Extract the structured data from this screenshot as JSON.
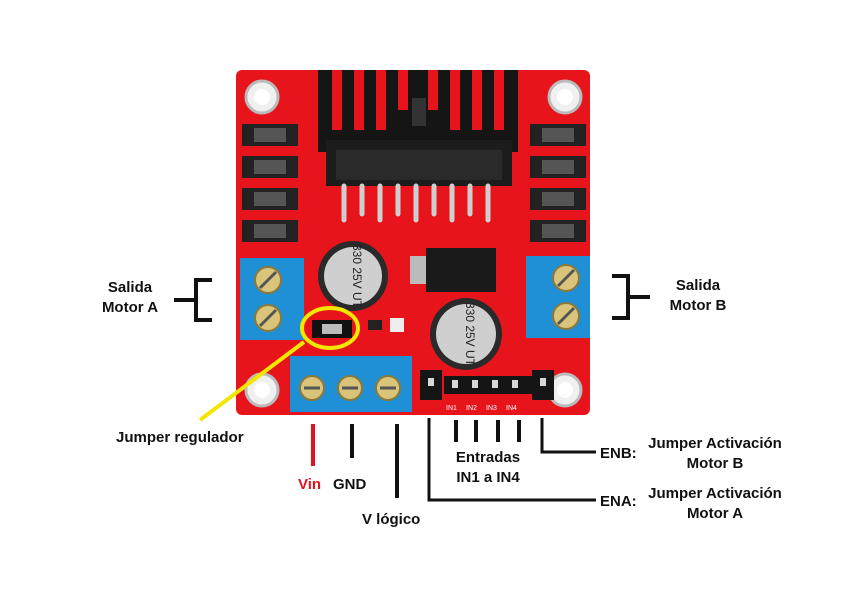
{
  "labels": {
    "salida_a_line1": "Salida",
    "salida_a_line2": "Motor A",
    "salida_b_line1": "Salida",
    "salida_b_line2": "Motor B",
    "jumper_regulador": "Jumper regulador",
    "vin": "Vin",
    "gnd": "GND",
    "v_logico": "V lógico",
    "entradas_line1": "Entradas",
    "entradas_line2": "IN1 a IN4",
    "enb_prefix": "ENB:",
    "enb_line1": "Jumper Activación",
    "enb_line2": "Motor B",
    "ena_prefix": "ENA:",
    "ena_line1": "Jumper Activación",
    "ena_line2": "Motor A"
  },
  "board_text": {
    "capacitor_label": "330 25V UT",
    "pin_labels": [
      "IN1",
      "IN2",
      "IN3",
      "IN4"
    ]
  },
  "colors": {
    "board_red": "#e8141c",
    "terminal_blue": "#1f8fd6",
    "heatsink_black": "#151515",
    "highlight_yellow": "#f3e600",
    "vin_red": "#e0141e"
  }
}
